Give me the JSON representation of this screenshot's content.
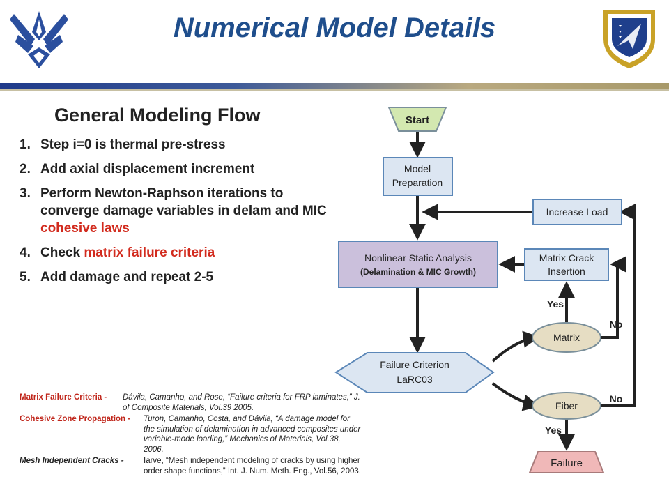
{
  "slide": {
    "title": "Numerical Model Details",
    "logos": {
      "left": "air-force-wings-logo",
      "right": "air-force-research-laboratory-logo"
    },
    "colors": {
      "title": "#1f4e8c",
      "highlight": "#d22b1e"
    }
  },
  "content": {
    "heading": "General Modeling Flow",
    "steps": [
      {
        "num": "1.",
        "lines": [
          "Step i=0 is thermal pre-stress"
        ]
      },
      {
        "num": "2.",
        "lines": [
          "Add axial displacement increment"
        ]
      },
      {
        "num": "3.",
        "pre": "Perform Newton-Raphson iterations to converge damage variables in delam and MIC ",
        "highlight": "cohesive laws"
      },
      {
        "num": "4.",
        "pre": "Check ",
        "highlight": "matrix failure criteria"
      },
      {
        "num": "5.",
        "lines": [
          "Add damage and repeat 2-5"
        ]
      }
    ]
  },
  "references": [
    {
      "label": "Matrix Failure Criteria -",
      "label_style": "red",
      "text": "Dávila, Camanho, and Rose, “Failure criteria for FRP laminates,” J. of Composite Materials, Vol.39 2005."
    },
    {
      "label": "Cohesive Zone Propagation -",
      "label_style": "red",
      "text": "Turon, Camanho, Costa, and Dávila, “A damage model for the simulation of delamination in advanced composites under variable-mode loading,” Mechanics of Materials, Vol.38, 2006."
    },
    {
      "label": "Mesh Independent Cracks -",
      "label_style": "italic",
      "text": "Iarve, “Mesh independent modeling of cracks by using higher order shape functions,” Int. J. Num. Meth. Eng., Vol.56, 2003."
    }
  ],
  "flowchart": {
    "nodes": {
      "start": "Start",
      "model_prep": [
        "Model",
        "Preparation"
      ],
      "increase_load": "Increase Load",
      "nonlinear": [
        "Nonlinear Static Analysis",
        "(Delamination & MIC Growth)"
      ],
      "matrix_crack": [
        "Matrix Crack",
        "Insertion"
      ],
      "matrix": "Matrix",
      "failure_criterion": [
        "Failure Criterion",
        "LaRC03"
      ],
      "fiber": "Fiber",
      "failure": "Failure"
    },
    "edge_labels": {
      "yes_matrix": "Yes",
      "no_matrix": "No",
      "no_fiber": "No",
      "yes_fiber": "Yes"
    },
    "colors": {
      "start_fill": "#d3e8b0",
      "box_fill": "#dce6f2",
      "box_stroke": "#5b87b8",
      "nonlinear_fill": "#cbc0dc",
      "ellipse_fill": "#e6ddc3",
      "failure_fill": "#f0b8b8"
    }
  }
}
